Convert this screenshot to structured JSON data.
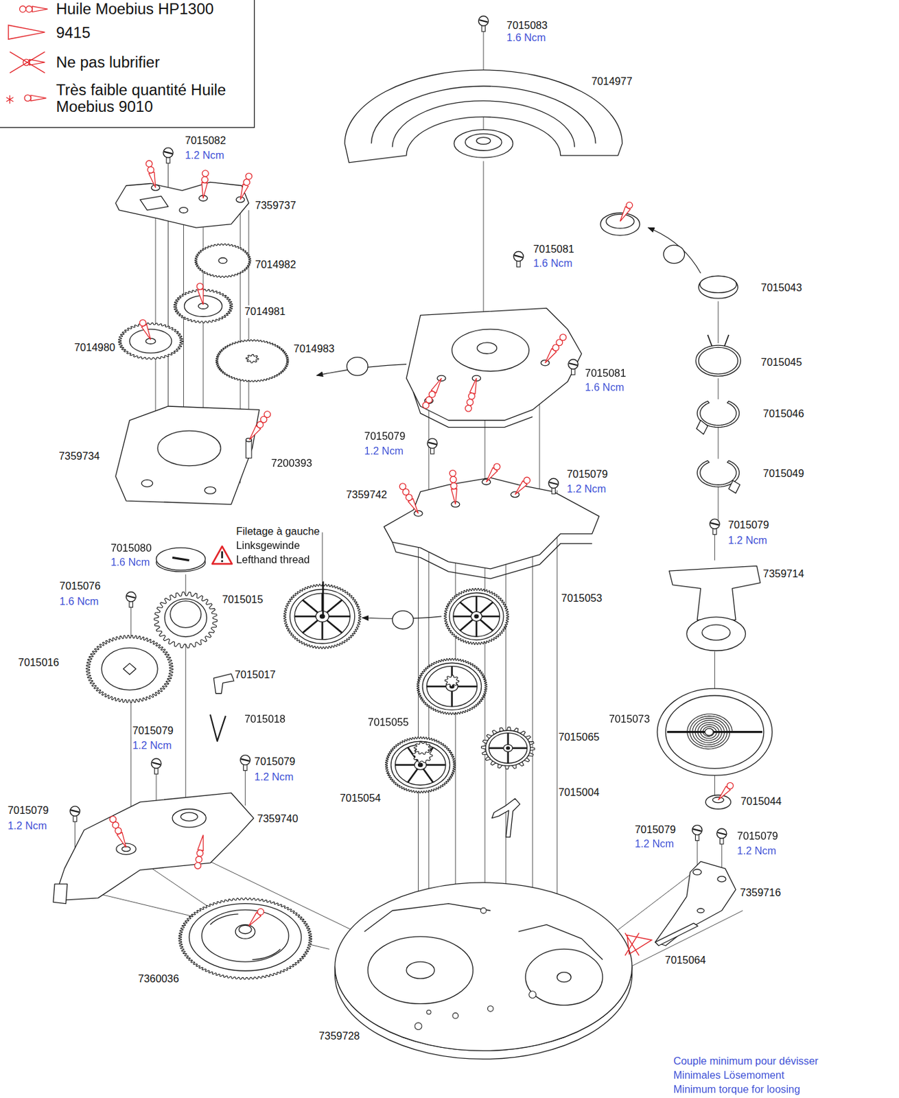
{
  "diagram": {
    "labels": [
      "7015083",
      "1.6 Ncm",
      "7014977",
      "7015082",
      "1.2 Ncm",
      "7359737",
      "7014982",
      "7015081",
      "1.6 Ncm",
      "7015043",
      "7014981",
      "7014980",
      "7014983",
      "7015045",
      "7015081",
      "1.6 Ncm",
      "7015046",
      "7359734",
      "7200393",
      "7015079",
      "1.2 Ncm",
      "7015079",
      "1.2 Ncm",
      "7015049",
      "7359742",
      "Filetage à gauche",
      "Linksgewinde",
      "Lefthand thread",
      "7015080",
      "1.6 Ncm",
      "7015079",
      "1.2 Ncm",
      "7359714",
      "7015076",
      "1.6 Ncm",
      "7015015",
      "7015053",
      "7015016",
      "7015017",
      "7015018",
      "7015055",
      "7015073",
      "7015079",
      "1.2 Ncm",
      "7015065",
      "7015079",
      "1.2 Ncm",
      "7015004",
      "7015054",
      "7015044",
      "7015079",
      "1.2 Ncm",
      "7359740",
      "7015079",
      "1.2 Ncm",
      "7015079",
      "1.2 Ncm",
      "7359716",
      "7015064",
      "7360036",
      "7359728",
      "Couple minimum pour dévisser",
      "Minimales Lösemoment",
      "Minimum torque for loosing"
    ],
    "legend": [
      {
        "text": "Huile Moebius HP1300"
      },
      {
        "text": "9415"
      },
      {
        "text": "Ne pas lubrifier"
      },
      {
        "text": "Très faible quantité Huile Moebius 9010"
      }
    ]
  }
}
